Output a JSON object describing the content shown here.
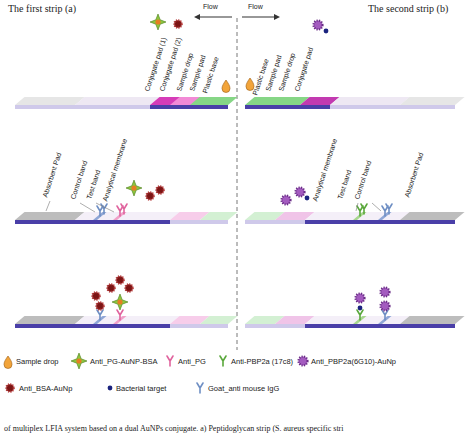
{
  "diagram": {
    "caption": "of multiplex LFIA system based on a dual AuNPs conjugate. a) Peptidoglycan strip (S. aureus specific stri",
    "labels": [
      "The first strip (a)",
      "The second strip (b)",
      "Flow",
      "Conjugate pad (1)",
      "Conjugate pad (2)",
      "Sample drop",
      "Sample pad",
      "Plastic base",
      "Flow",
      "Plastic base",
      "Sample pad",
      "Sample drop",
      "Conjugate pad",
      "Absorbent Pad",
      "Control band",
      "Test band",
      "Analytical membrane",
      "Analytical membrane",
      "Test band",
      "Control band",
      "Absorbent Pad"
    ],
    "legend": [
      {
        "text": "Sample drop"
      },
      {
        "text": "Anti_PG-AuNP-BSA"
      },
      {
        "text": "Anti_PG"
      },
      {
        "text": "Anti-PBP2a (17c8)"
      },
      {
        "text": "Anti_PBP2a(6G10)-AuNp"
      },
      {
        "text": "Anti_BSA-AuNp"
      },
      {
        "text": "Bacterial target"
      },
      {
        "text": "Goat_anti mouse IgG"
      }
    ]
  }
}
